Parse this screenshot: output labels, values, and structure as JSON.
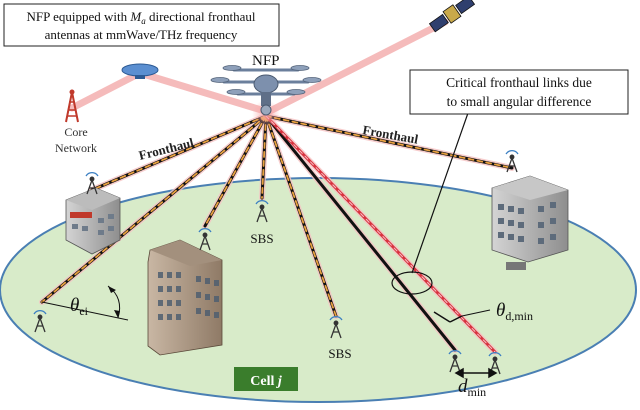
{
  "callout_nfp": {
    "line1_prefix": "NFP equipped with ",
    "line1_symbol": "M",
    "line1_subscript": "a",
    "line1_suffix": " directional fronthaul",
    "line2": "antennas at mmWave/THz frequency"
  },
  "callout_critical": {
    "line1": "Critical fronthaul links due",
    "line2": "to small angular difference"
  },
  "labels": {
    "nfp": "NFP",
    "core_line1": "Core",
    "core_line2": "Network",
    "fronthaul_left": "Fronthaul",
    "fronthaul_right": "Fronthaul",
    "sbs_upper": "SBS",
    "sbs_lower": "SBS",
    "cell_prefix": "Cell ",
    "cell_index": "j",
    "theta_left_symbol": "θ",
    "theta_left_sub": "ei",
    "theta_right_symbol": "θ",
    "theta_right_sub": "d,min",
    "dmin_symbol": "d",
    "dmin_sub": "min"
  },
  "colors": {
    "cell_fill": "#d8ebc9",
    "cell_stroke": "#4a7fb3",
    "link_orange": "#e8a040",
    "link_red": "#d8333f",
    "link_black": "#111111",
    "glow": "#f6b9b9",
    "cell_label_bg": "#3a7d2c"
  }
}
